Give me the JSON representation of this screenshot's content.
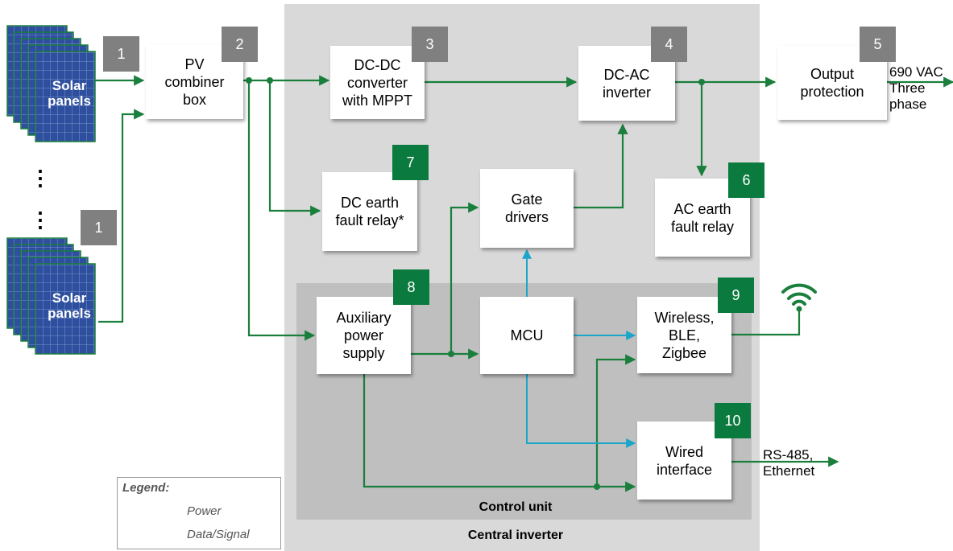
{
  "regions": {
    "central_inverter": "Central inverter",
    "control_unit": "Control unit"
  },
  "blocks": {
    "pv_combiner": "PV\ncombiner\nbox",
    "dcdc": "DC-DC\nconverter\nwith MPPT",
    "dcac": "DC-AC\ninverter",
    "output_protection": "Output\nprotection",
    "dc_earth_fault": "DC earth\nfault relay*",
    "gate_drivers": "Gate\ndrivers",
    "ac_earth_fault": "AC earth\nfault relay",
    "aux_power": "Auxiliary\npower\nsupply",
    "mcu": "MCU",
    "wireless": "Wireless,\nBLE,\nZigbee",
    "wired": "Wired\ninterface"
  },
  "numbers": {
    "solar_top": "1",
    "solar_bottom": "1",
    "pv_combiner": "2",
    "dcdc": "3",
    "dcac": "4",
    "output_protection": "5",
    "ac_earth_fault": "6",
    "dc_earth_fault": "7",
    "aux_power": "8",
    "wireless": "9",
    "wired": "10"
  },
  "solar_label": "Solar\npanels",
  "output_label": "690 VAC\nThree\nphase",
  "wired_output_label": "RS-485,\nEthernet",
  "legend": {
    "title": "Legend:",
    "power": "Power",
    "data": "Data/Signal"
  },
  "colors": {
    "power": "#1a7f3c",
    "data": "#1ba6c9",
    "gray_badge": "#808080",
    "green_badge": "#0b7a3e",
    "central_inverter_bg": "#d9d9d9",
    "control_unit_bg": "#bfbfbf",
    "panel_blue": "#2e4f9e"
  }
}
